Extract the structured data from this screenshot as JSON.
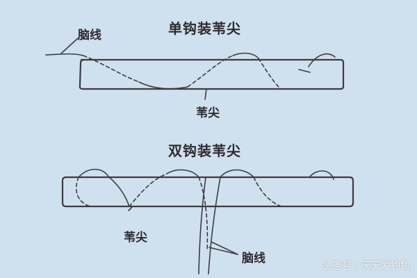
{
  "titles": {
    "single_hook": "单钩装苇尖",
    "double_hook": "双钩装苇尖"
  },
  "labels": {
    "top_line": "脑线",
    "top_reed_tip": "苇尖",
    "bottom_reed_tip": "苇尖",
    "bottom_line": "脑线"
  },
  "watermark": "头条号 / 天天爱钓鱼",
  "colors": {
    "background": "#cfe1ee",
    "ink": "#3f3a40",
    "label": "#2e2a2f"
  }
}
